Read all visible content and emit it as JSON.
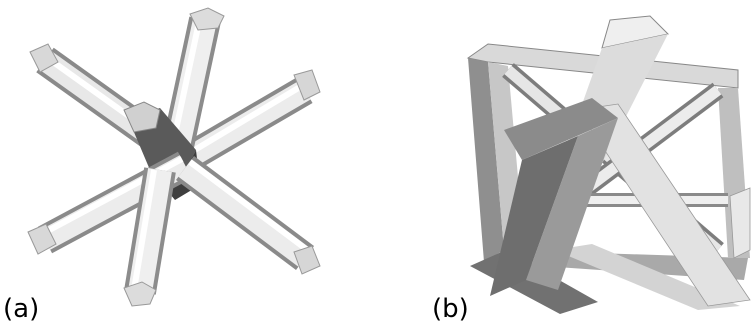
{
  "panels": [
    {
      "label": "(a)",
      "structure": "strut-cross-lattice"
    },
    {
      "label": "(b)",
      "structure": "truss-cube-lattice"
    }
  ],
  "colors": {
    "strut_light": "#f2f2f2",
    "strut_mid": "#cfcfcf",
    "strut_dark": "#7a7a7a",
    "background": "#ffffff"
  }
}
